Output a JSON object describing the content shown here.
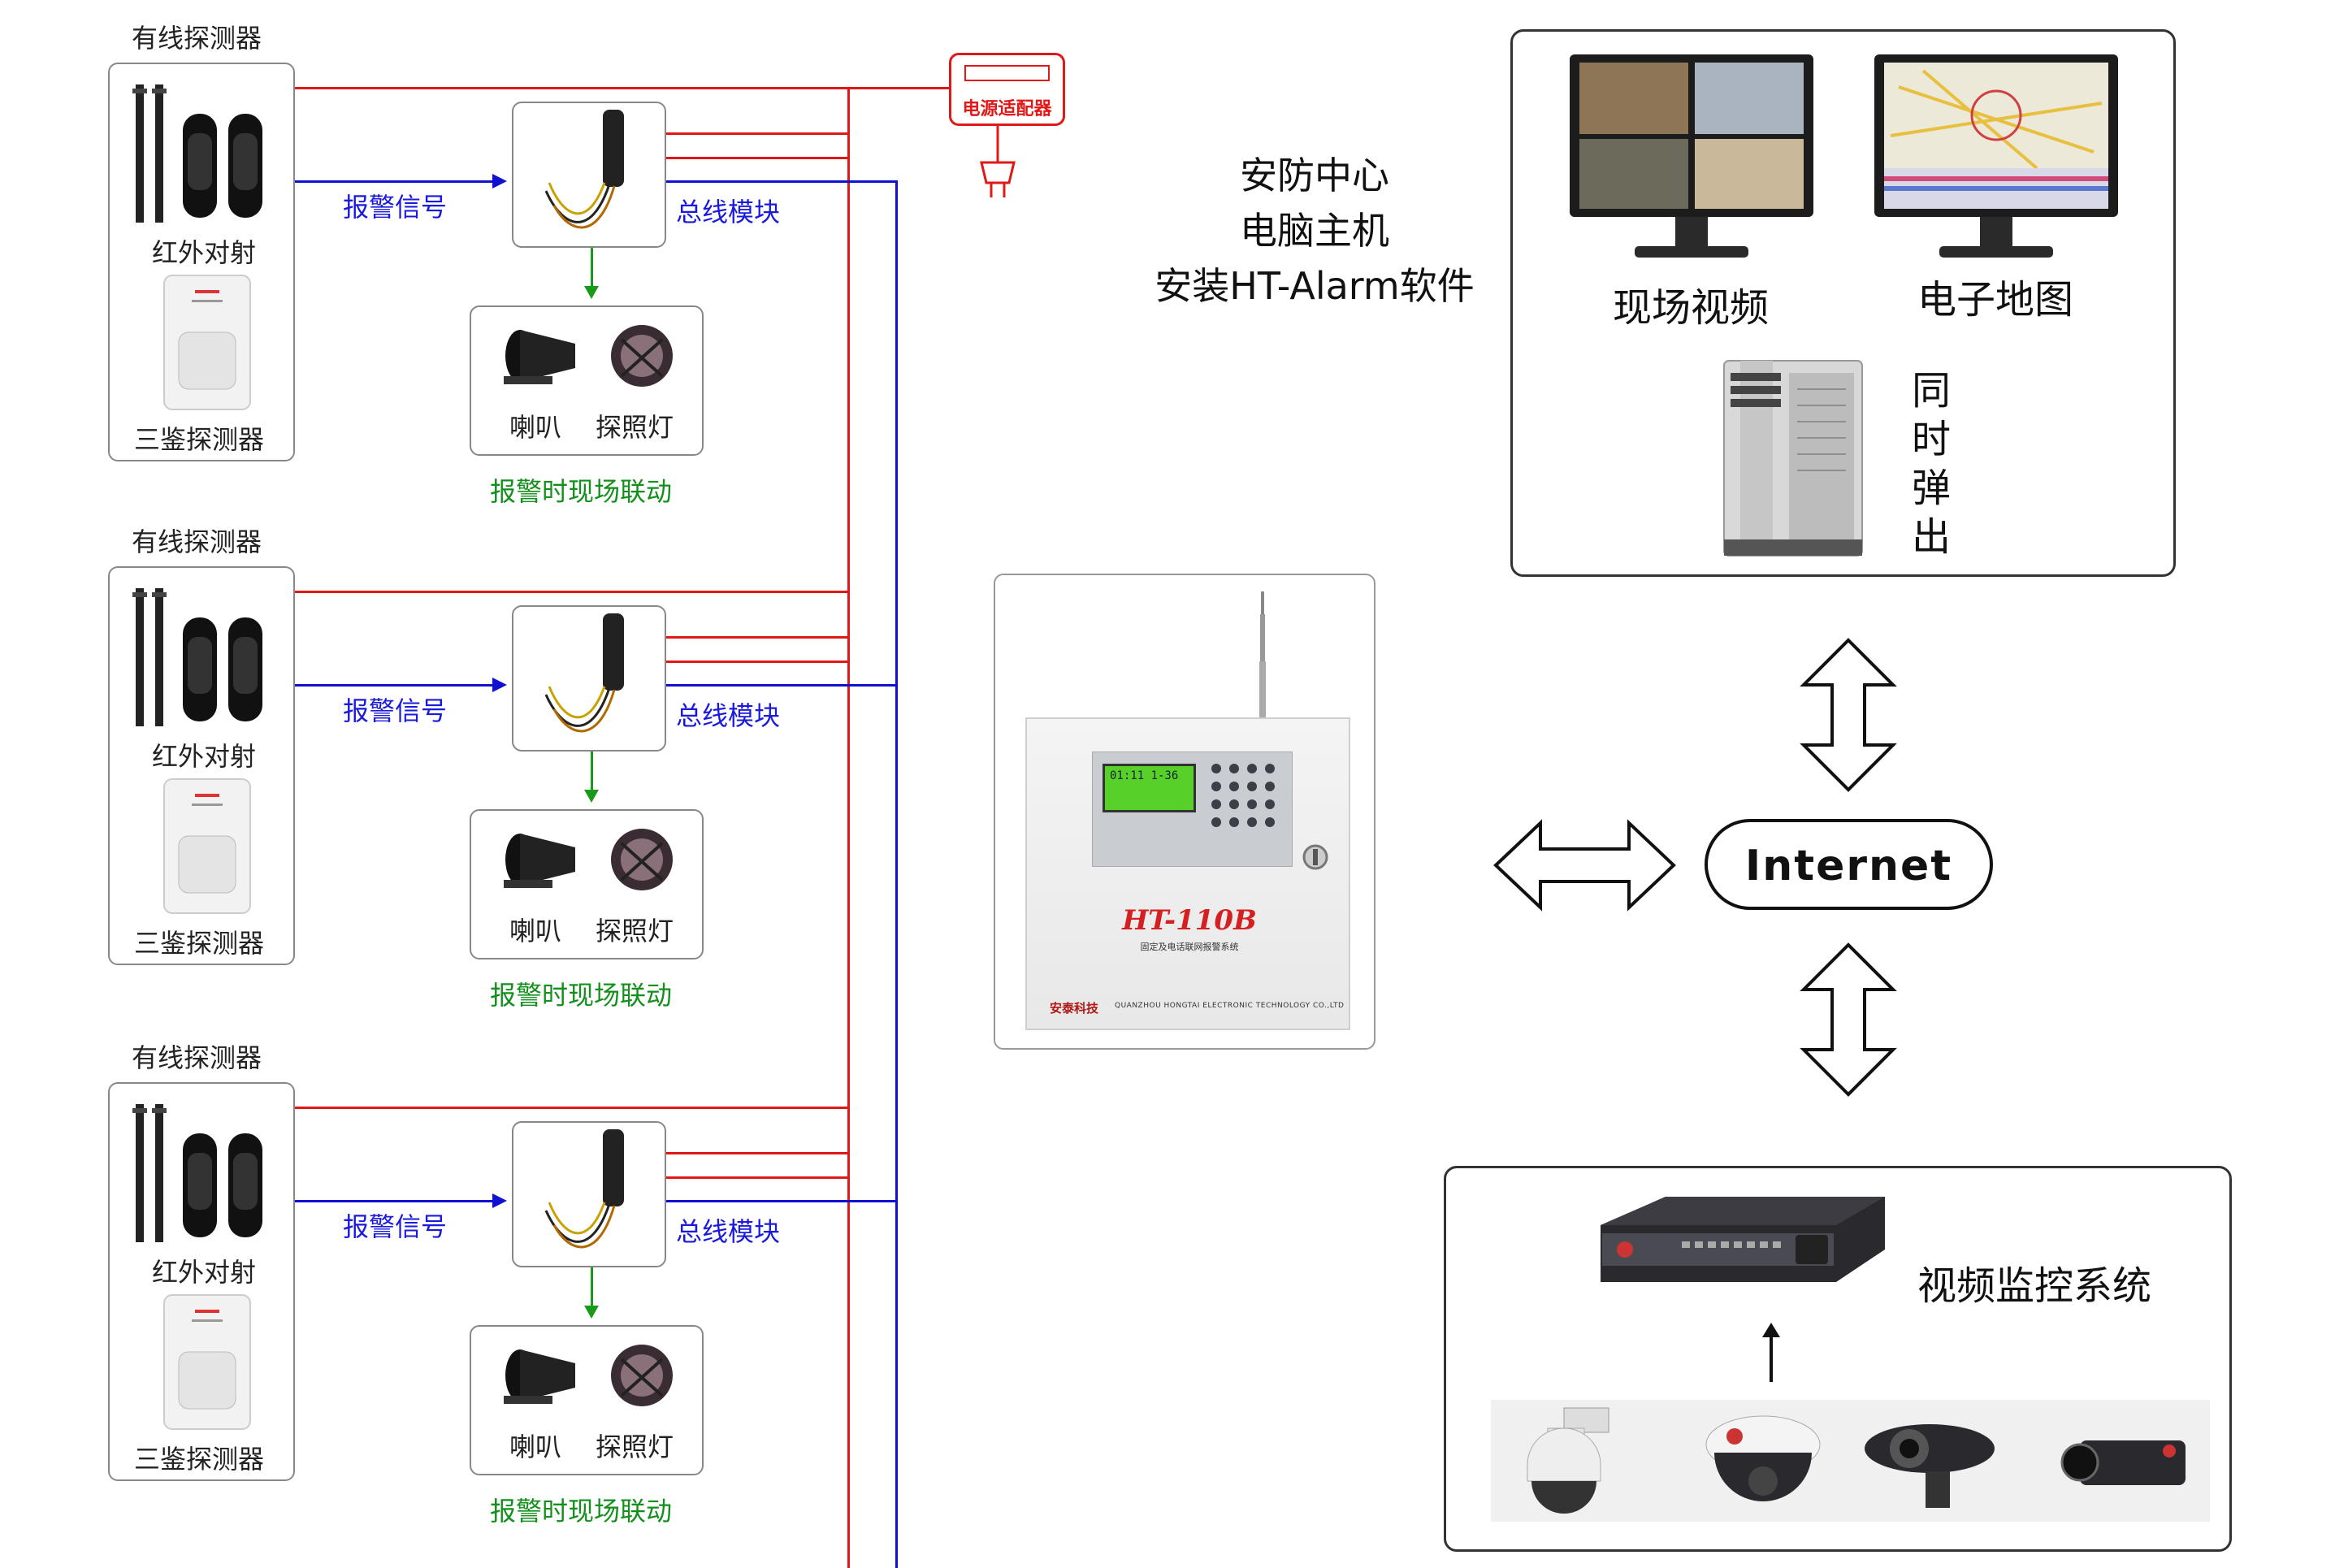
{
  "groups": [
    {
      "title": "有线探测器",
      "beam_label": "红外对射",
      "pir_label": "三鉴探测器",
      "signal_label": "报警信号",
      "bus_label": "总线模块",
      "horn_label": "喇叭",
      "lamp_label": "探照灯",
      "linkage_label": "报警时现场联动"
    },
    {
      "title": "有线探测器",
      "beam_label": "红外对射",
      "pir_label": "三鉴探测器",
      "signal_label": "报警信号",
      "bus_label": "总线模块",
      "horn_label": "喇叭",
      "lamp_label": "探照灯",
      "linkage_label": "报警时现场联动"
    },
    {
      "title": "有线探测器",
      "beam_label": "红外对射",
      "pir_label": "三鉴探测器",
      "signal_label": "报警信号",
      "bus_label": "总线模块",
      "horn_label": "喇叭",
      "lamp_label": "探照灯",
      "linkage_label": "报警时现场联动"
    }
  ],
  "power_adapter": "电源适配器",
  "center": {
    "line1": "安防中心",
    "line2": "电脑主机",
    "line3": "安装HT-Alarm软件"
  },
  "monitor_box": {
    "video_label": "现场视频",
    "map_label": "电子地图",
    "popup_chars": [
      "同",
      "时",
      "弹",
      "出"
    ]
  },
  "internet": "Internet",
  "panel": {
    "model": "HT-110B",
    "subtitle": "固定及电话联网报警系统",
    "brand": "安泰科技",
    "company": "QUANZHOU HONGTAI ELECTRONIC TECHNOLOGY CO.,LTD",
    "lcd": "01:11 1-36"
  },
  "video_system": "视频监控系统",
  "colors": {
    "red": "#e01818",
    "blue": "#1010d0",
    "green": "#1a9a1a"
  }
}
